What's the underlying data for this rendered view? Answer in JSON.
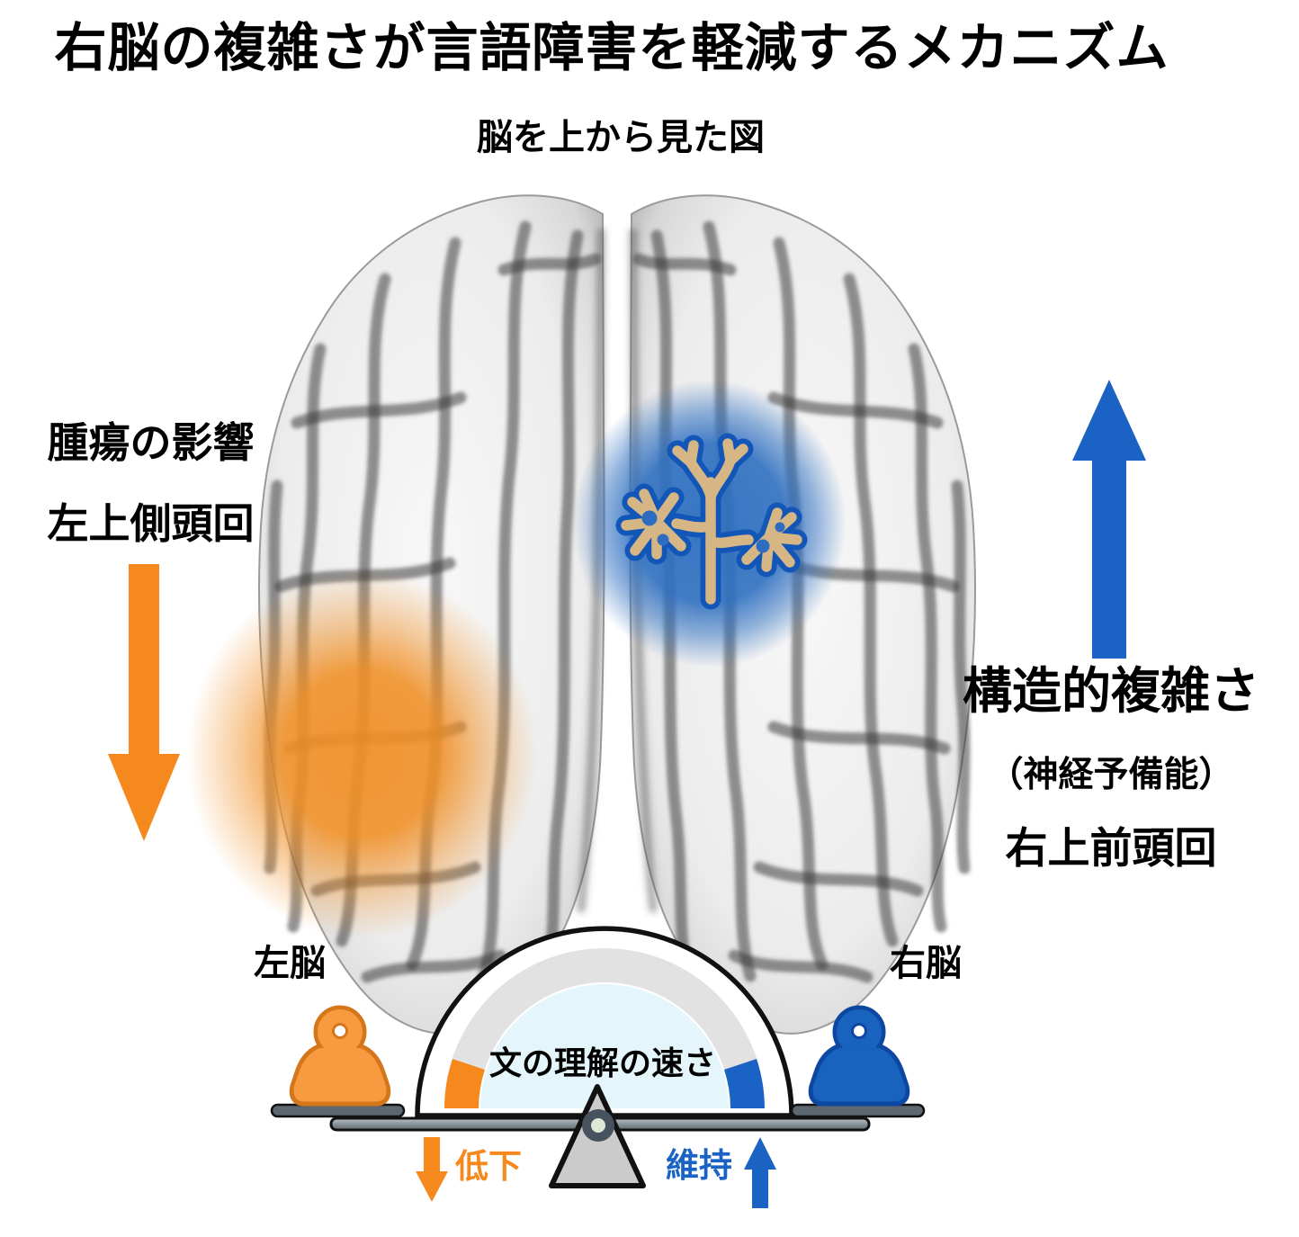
{
  "title": "右脳の複雑さが言語障害を軽減するメカニズム",
  "subtitle": "脳を上から見た図",
  "tumor_annotation": {
    "line1": "腫瘍の影響",
    "line2": "左上側頭回"
  },
  "complexity_annotation": {
    "line1": "構造的複雑さ",
    "line2": "（神経予備能）",
    "line3": "右上前頭回"
  },
  "balance": {
    "gauge_label": "文の理解の速さ",
    "left_label": "左脳",
    "right_label": "右脳",
    "left_outcome": "低下",
    "right_outcome": "維持"
  },
  "icons": {
    "tumor_arrow": "arrow-down-icon",
    "complexity_arrow": "arrow-up-icon",
    "decline_arrow": "arrow-down-icon",
    "maintain_arrow": "arrow-up-icon",
    "neuron": "neuron-icon",
    "left_weight": "weight-icon",
    "right_weight": "weight-icon",
    "balance_scale": "balance-scale-icon"
  },
  "colors": {
    "orange": "#F6891E",
    "orange_glow": "#F08F25",
    "orange_weight": "#F89A40",
    "orange_weight_outline": "#D4761A",
    "blue": "#1A63C4",
    "blue_glow": "#2E6FC0",
    "blue_weight": "#1763BE",
    "blue_weight_outline": "#0D47A1",
    "neuron_fill": "#D7B685",
    "neuron_outline": "#1256B8",
    "neuron_hole": "#2D6CC0",
    "gauge_band": "#E2E2E2",
    "gauge_interior": "#E4F6FC",
    "dome_fill": "#FFFFFF",
    "triangle": "#CBCBCB",
    "pivot": "#46525E",
    "pivot_inner": "#DFE7D6",
    "platform": "#5D6770",
    "outline": "#111111",
    "text": "#000000"
  }
}
